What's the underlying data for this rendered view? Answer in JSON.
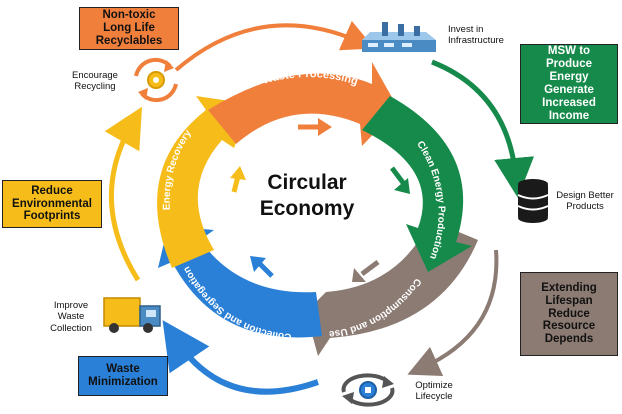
{
  "center_title": "Circular\nEconomy",
  "segments": {
    "waste_processing": "Waste Processing",
    "clean_energy": "Clean Energy Production",
    "consumption": "Consumption and Use",
    "collection": "Collection and Segregation",
    "energy_recovery": "Energy Recovery"
  },
  "boxes": {
    "non_toxic": "Non-toxic\nLong Life\nRecyclables",
    "msw": "MSW to\nProduce Energy\nGenerate\nIncreased\nIncome",
    "reduce_footprints": "Reduce\nEnvironmental\nFootprints",
    "extending": "Extending\nLifespan\nReduce\nResource\nDepends",
    "waste_min": "Waste\nMinimization"
  },
  "icon_labels": {
    "invest": "Invest in\nInfrastructure",
    "encourage": "Encourage\nRecycling",
    "design": "Design Better\nProducts",
    "improve": "Improve\nWaste\nCollection",
    "optimize": "Optimize\nLifecycle"
  },
  "colors": {
    "orange": "#f07f3c",
    "green": "#168a4a",
    "taupe": "#8c7b73",
    "blue": "#2a7fd6",
    "yellow": "#f6bd1a"
  }
}
